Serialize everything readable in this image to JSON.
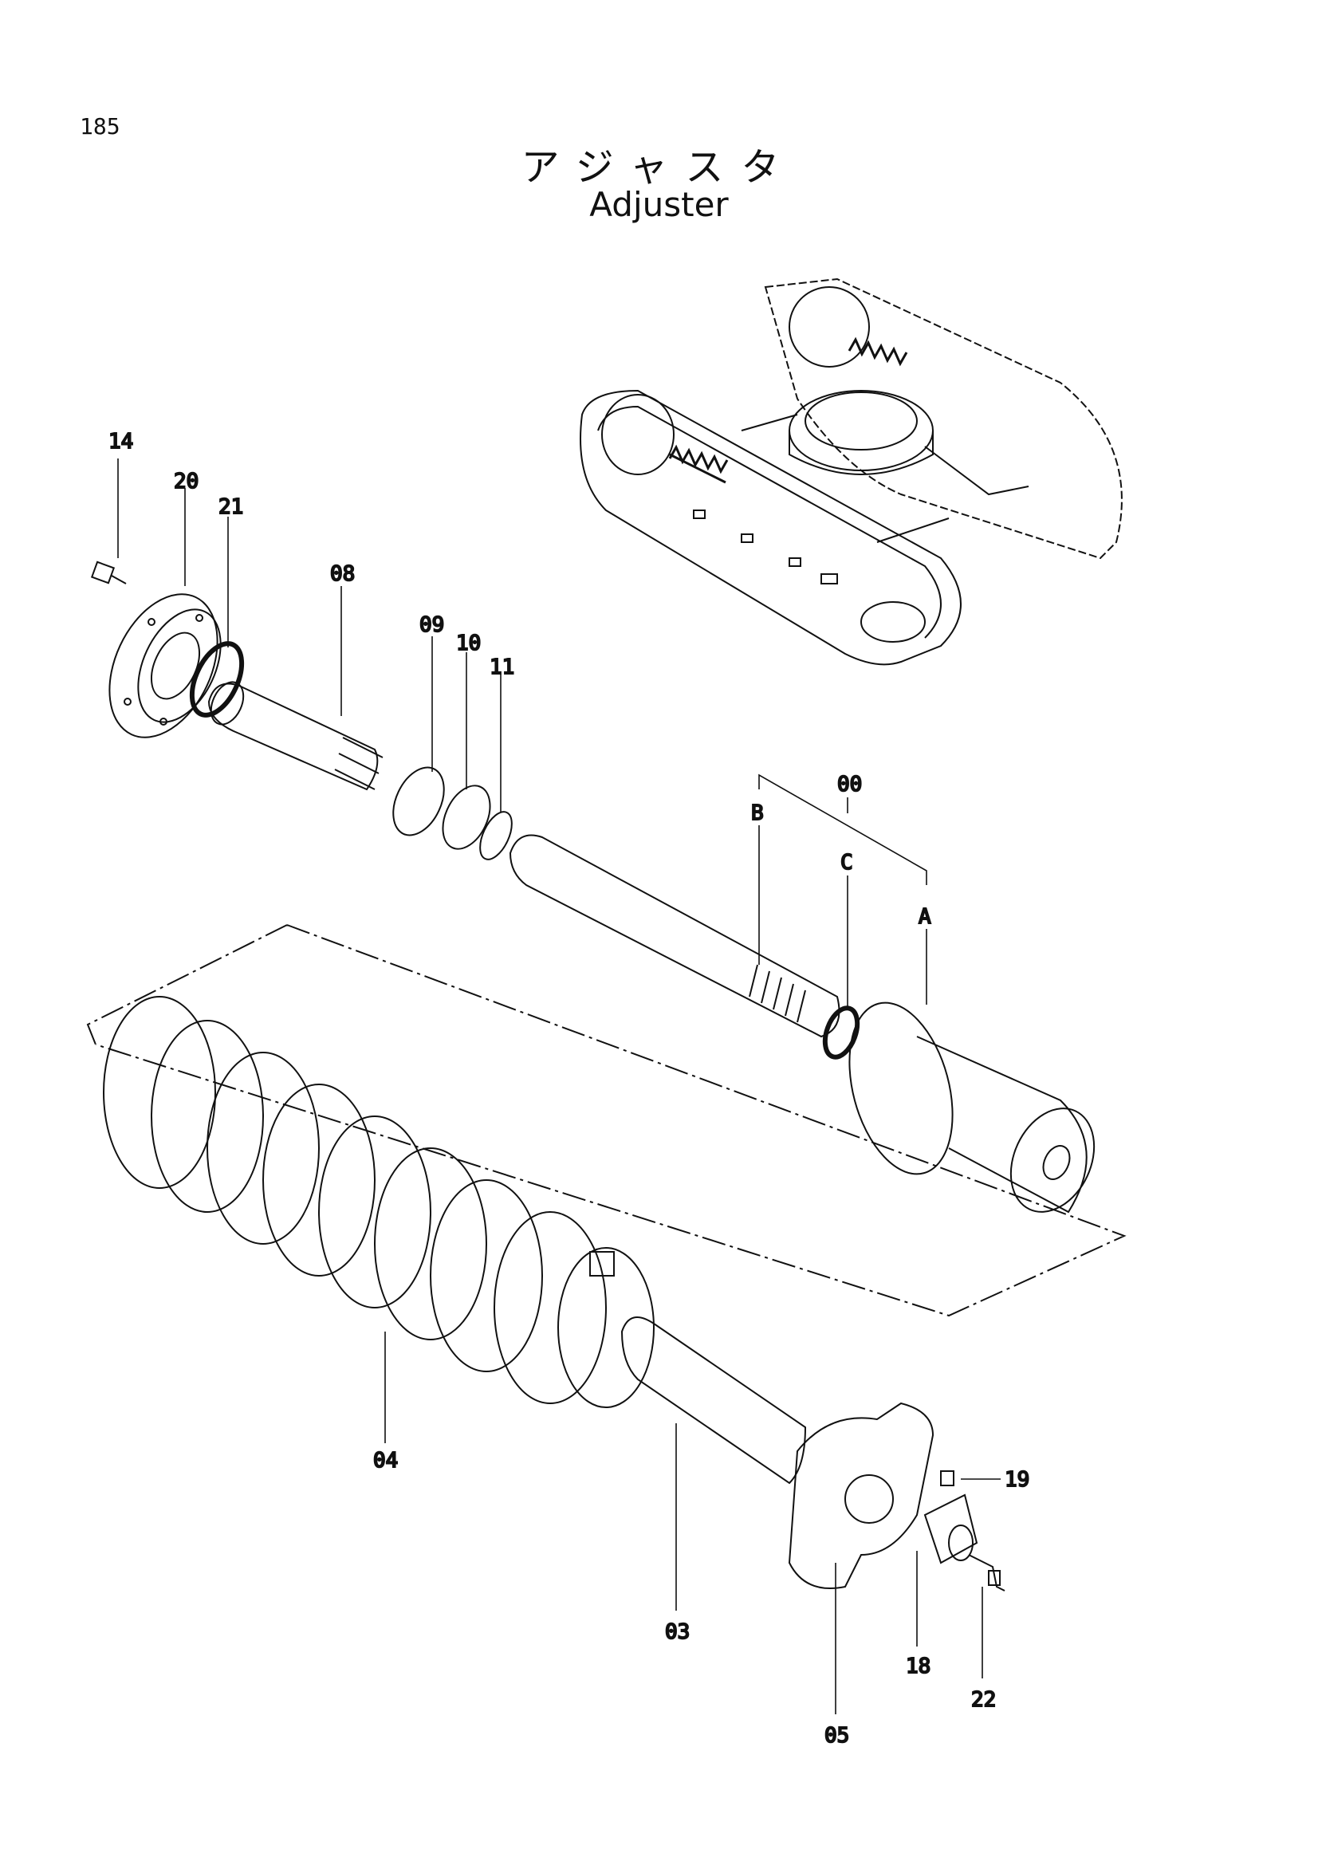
{
  "page_number": "185",
  "title_jp": "アジャスタ",
  "title_en": "Adjuster",
  "part_labels": {
    "p14": "14",
    "p20": "20",
    "p21": "21",
    "p08": "08",
    "p09": "09",
    "p10": "10",
    "p11": "11",
    "p00": "00",
    "pB": "B",
    "pC": "C",
    "pA": "A",
    "p04": "04",
    "p03": "03",
    "p05": "05",
    "p18": "18",
    "p19": "19",
    "p22": "22"
  }
}
